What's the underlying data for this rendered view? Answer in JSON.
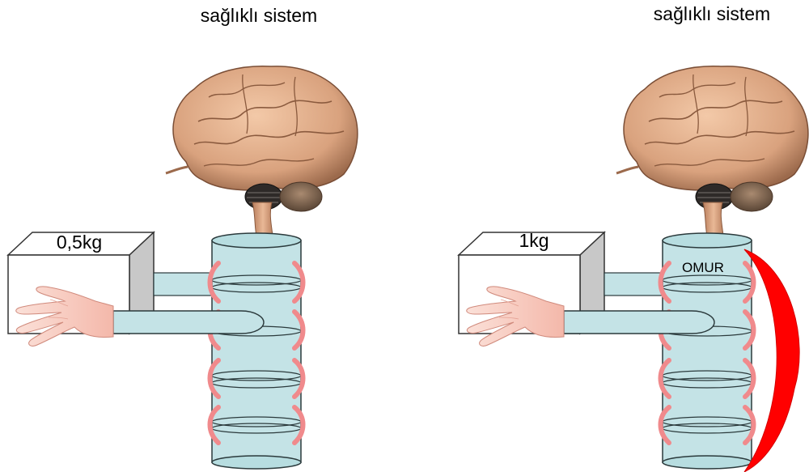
{
  "panels": [
    {
      "caption": "sağlıklı sistem",
      "weight_label": "0,5kg"
    },
    {
      "caption": "sağlıklı sistem",
      "weight_label": "1kg",
      "vertebra_label": "OMUR"
    }
  ],
  "colors": {
    "spine": "#c4e3e6",
    "spine_edge": "#2b3a3c",
    "muscle": "#f08a8c",
    "strain_arc": "#ff0000",
    "box_front": "#ffffff",
    "box_side": "#c8c8c8",
    "brain": "#d9a27e",
    "hand": "#f9c8bc"
  }
}
